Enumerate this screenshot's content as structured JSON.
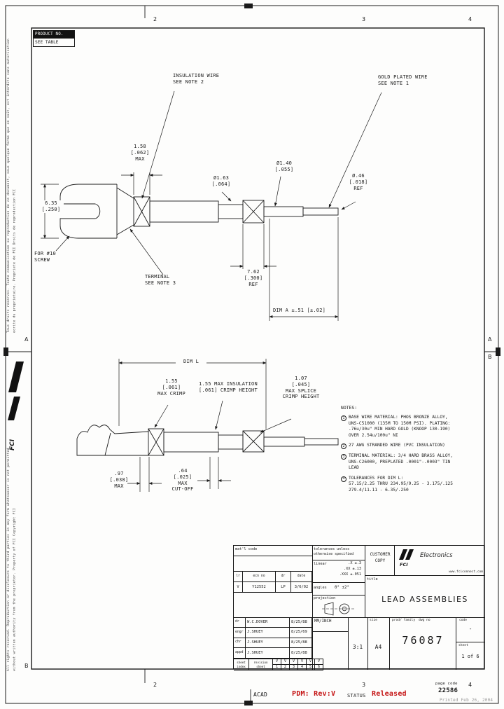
{
  "frame": {
    "zones_top": [
      "2",
      "3",
      "4"
    ],
    "zones_bottom": [
      "2",
      "3",
      "4"
    ],
    "zone_a_left": "A",
    "zone_b_left": "B",
    "zone_a_right": "A",
    "zone_b_right": "B",
    "side_logo_text": "FCI",
    "notice_fr": "Tous droits reserves. Toute communication ou reproduction de ce document, sous quelque forme que ce soit, est interdite sans autorisation ecrite du proprietaire.  Propriete de FCI  Droits de reproduction FCI",
    "notice_en": "All rights reserved. Reproduction or disclosure to third parties in any form whatsoever is not permitted without written authority from the proprietor.  Property of FCI  Copyright FCI"
  },
  "product_box": {
    "title": "PRODUCT NO.",
    "value": "SEE TABLE"
  },
  "drawing": {
    "callout_insulation": "INSULATION WIRE\nSEE NOTE 2",
    "callout_gold": "GOLD PLATED WIRE\nSEE NOTE 1",
    "callout_terminal": "TERMINAL\nSEE NOTE 3",
    "callout_screw": "FOR #10\nSCREW",
    "dim_crimp_len": "1.58\n[.062]\nMAX",
    "dim_fork_width": "6.35\n[.250]",
    "dim_insul_dia": "Ø1.63\n[.064]",
    "dim_wire_dia": "Ø1.40\n[.055]",
    "dim_gold_dia": "Ø.46\n[.018]\nREF",
    "dim_splice_len": "7.62\n[.300]\nREF",
    "dim_a": "DIM A ±.51 [±.02]",
    "dim_l": "DIM L",
    "dim_crimp_ht": "1.55\n[.061]\nMAX CRIMP",
    "dim_insul_crimp": "1.55 MAX INSULATION\n[.061] CRIMP HEIGHT",
    "dim_splice_ht": "1.07\n[.045]\nMAX SPLICE\nCRIMP HEIGHT",
    "dim_rear": ".97\n[.038]\nMAX",
    "dim_cutoff": ".64\n[.025]\nMAX\nCUT-OFF"
  },
  "notes": {
    "heading": "NOTES:",
    "items": [
      {
        "num": "1",
        "text": "BASE WIRE MATERIAL: PHOS BRONZE ALLOY, UNS-C51000 (135M TO 150M PSI). PLATING: .76u/30u\" MIN HARD GOLD (KNOOP 130-190) OVER 2.54u/100u\" NI"
      },
      {
        "num": "2",
        "text": "27 AWG STRANDED WIRE (PVC INSULATION)"
      },
      {
        "num": "3",
        "text": "TERMINAL MATERIAL: 3/4 HARD BRASS ALLOY, UNS-C26000, PREPLATED .0001\"-.0003\" TIN LEAD"
      },
      {
        "num": "4",
        "text": "TOLERANCES FOR DIM L:\n57.15/2.25 THRU 234.95/9.25 - 3.175/.125\n279.4/11.11 - 6.35/.250"
      }
    ]
  },
  "titleblock": {
    "matl_code": "mat'l code",
    "tolerances_label": "tolerances unless\notherwise specified",
    "customer_copy": "CUSTOMER\nCOPY",
    "logo_text": "FCI",
    "brand": "Electronics",
    "website": "www.fciconnect.com",
    "rev_headers": [
      "lr",
      "ecn no",
      "dr",
      "date"
    ],
    "rev_row": [
      "V",
      "Y12552",
      "LP",
      "3/6/02"
    ],
    "linear_label": "linear",
    "linear_tols": ".X ±.3\n.XX ±.13\n.XXX ±.051",
    "angles_label": "angles",
    "angles_tol": "0°  ±2°",
    "projection_label": "projection",
    "title_label": "title",
    "title": "LEAD ASSEMBLIES",
    "sigs": [
      {
        "role": "dr",
        "name": "W.C.DOVER",
        "date": "8/25/88"
      },
      {
        "role": "engr",
        "name": "J.SHUEY",
        "date": "8/25/69"
      },
      {
        "role": "chr",
        "name": "J.SHUEY",
        "date": "8/25/88"
      },
      {
        "role": "appd",
        "name": "J.SHUEY",
        "date": "8/25/88"
      }
    ],
    "units": "MM/INCH",
    "prod_family_label": "prod/ family",
    "size_label": "size",
    "dwg_no_label": "dwg no",
    "code_label": "code",
    "sheet_label": "sheet",
    "scale": "3:1",
    "size": "A4",
    "dwg_no": "76087",
    "code": "-",
    "sheet": "1 of 6",
    "index_label": "sheet\nindex",
    "revision_label": "revision\nsheet",
    "sheet_revs": [
      "V",
      "V",
      "V",
      "V",
      "V",
      "V"
    ],
    "sheet_numbers": [
      "1",
      "2",
      "3",
      "4",
      "5",
      "6"
    ]
  },
  "statusbar": {
    "acad": "ACAD",
    "pdm": "PDM: Rev:V",
    "status_label": "STATUS",
    "status_value": "Released",
    "page_code_label": "page code",
    "page_code": "22586",
    "printed": "Printed Feb 26, 2004"
  }
}
